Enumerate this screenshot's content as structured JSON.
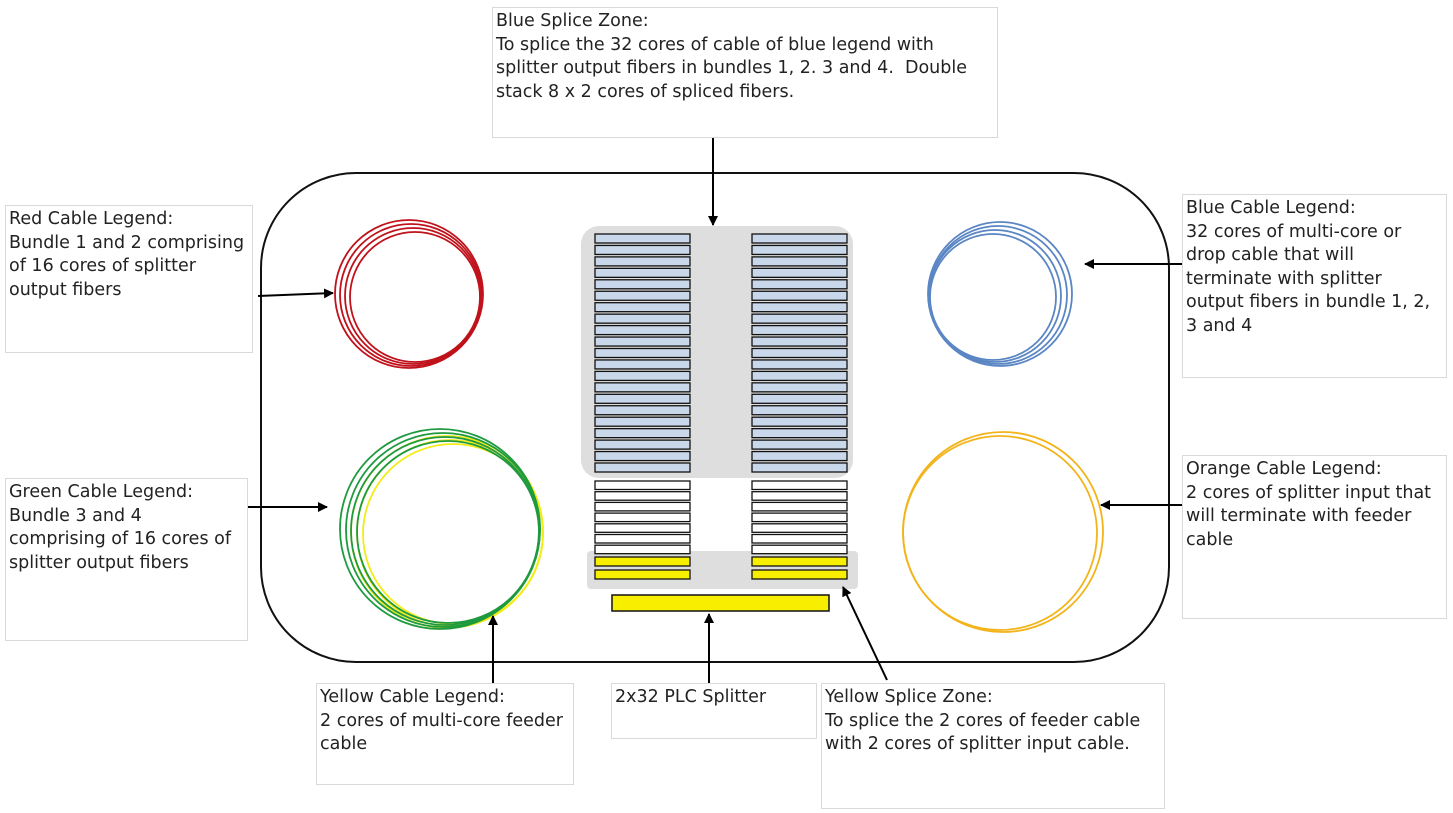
{
  "colors": {
    "red": "#c0121b",
    "green": "#1f9a3f",
    "yellow": "#f2ec17",
    "blue": "#5b86c4",
    "orange": "#f2b41a",
    "blue_zone": "#c9d7ea",
    "yellow_zone": "#f7ee00",
    "zone_bg": "#dedede"
  },
  "callouts": {
    "blue_splice_zone": {
      "title": "Blue Splice Zone:",
      "body": "To splice the 32 cores of cable of blue legend with splitter output fibers in bundles 1, 2. 3 and 4.  Double stack 8 x 2 cores of spliced fibers."
    },
    "red_cable_legend": {
      "title": "Red Cable Legend:",
      "body": "Bundle 1 and 2 comprising of 16 cores of splitter output fibers"
    },
    "green_cable_legend": {
      "title": "Green Cable Legend:",
      "body": "Bundle 3 and 4 comprising of 16 cores of splitter output fibers"
    },
    "blue_cable_legend": {
      "title": "Blue Cable Legend:",
      "body": "32 cores of multi-core or drop cable that will terminate with splitter output fibers in bundle 1, 2, 3 and 4"
    },
    "orange_cable_legend": {
      "title": "Orange Cable Legend:",
      "body": "2 cores of splitter input that will terminate with feeder cable"
    },
    "yellow_cable_legend": {
      "title": "Yellow Cable Legend:",
      "body": "2 cores of multi-core feeder cable"
    },
    "plc_splitter": {
      "title": "2x32 PLC Splitter",
      "body": ""
    },
    "yellow_splice_zone": {
      "title": "Yellow Splice Zone:",
      "body": "To splice the 2 cores of feeder cable with 2 cores of splitter input cable."
    }
  }
}
